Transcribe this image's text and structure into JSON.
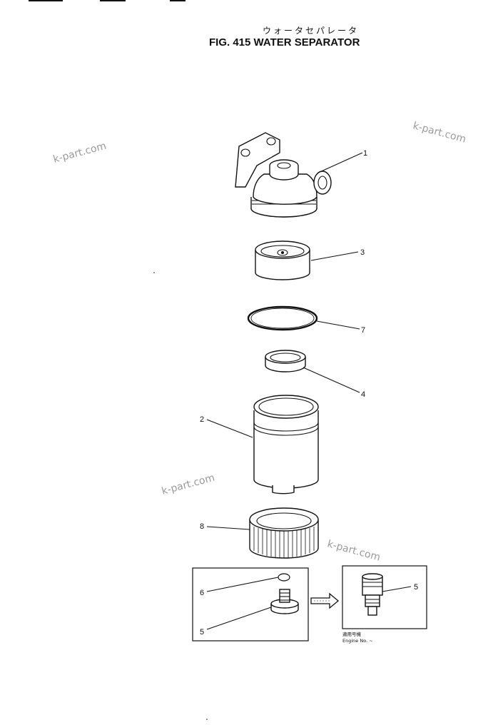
{
  "header": {
    "japanese_title": "ウォータセパレータ",
    "title": "FIG. 415  WATER SEPARATOR"
  },
  "watermark": "k-part.com",
  "callouts": {
    "c1": "1",
    "c3": "3",
    "c7": "7",
    "c4": "4",
    "c2": "2",
    "c8": "8",
    "c6": "6",
    "c5a": "5",
    "c5b": "5"
  },
  "detail_note": {
    "line1": "適用号機",
    "line2": "Engine No.  ~"
  }
}
